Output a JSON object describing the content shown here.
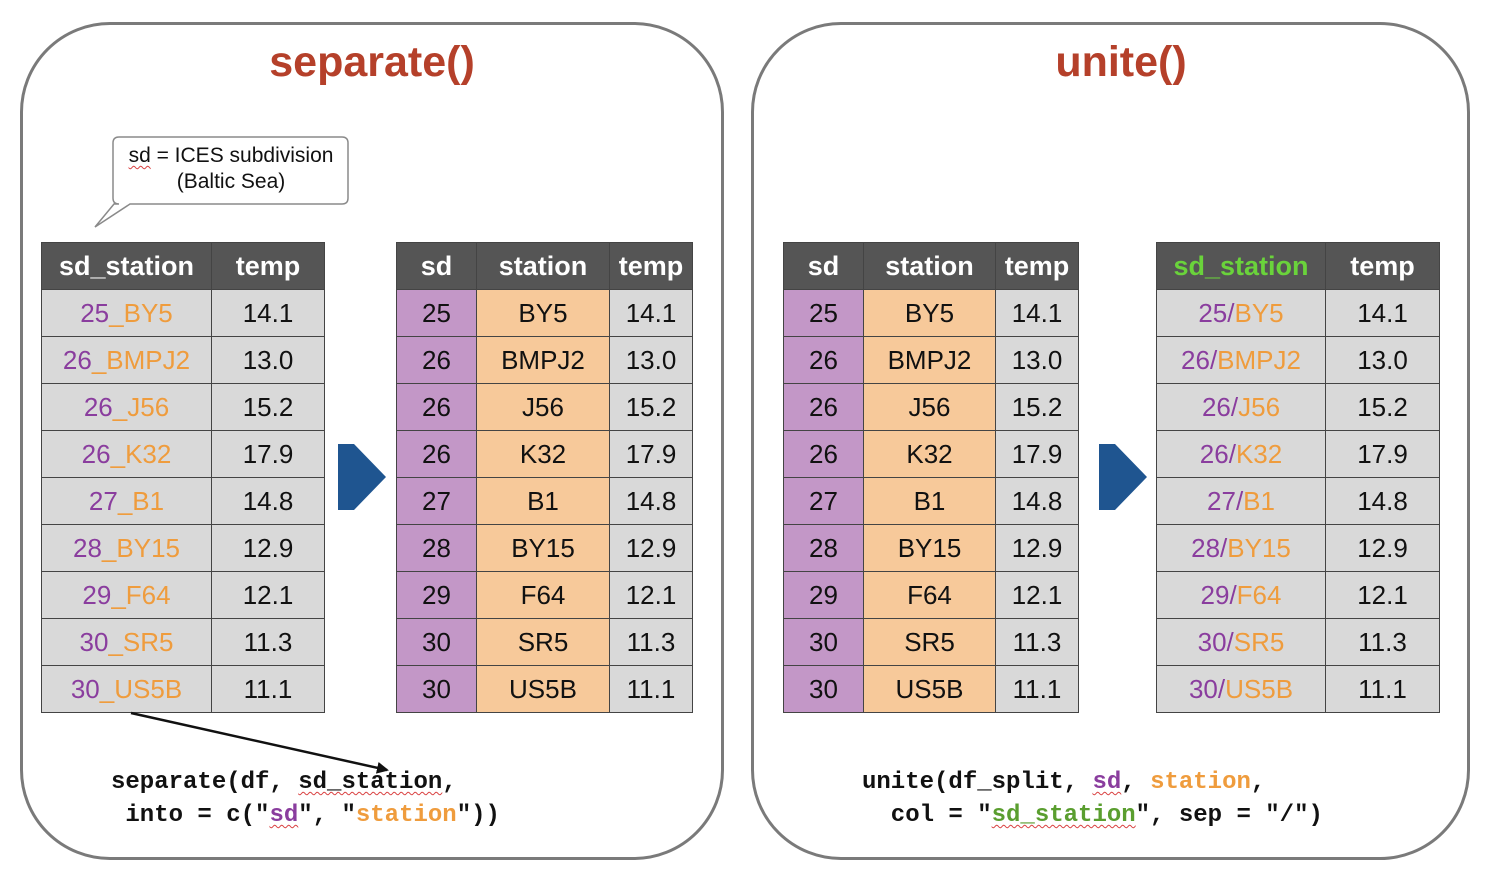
{
  "left": {
    "title": "separate()",
    "callout": {
      "sd_word": "sd",
      "rest": " = ICES subdivision",
      "line2": "(Baltic Sea)"
    },
    "input_table": {
      "headers": [
        "sd_station",
        "temp"
      ],
      "rows": [
        {
          "sd": "25",
          "sep": "_",
          "station": "BY5",
          "temp": "14.1"
        },
        {
          "sd": "26",
          "sep": "_",
          "station": "BMPJ2",
          "temp": "13.0"
        },
        {
          "sd": "26",
          "sep": "_",
          "station": "J56",
          "temp": "15.2"
        },
        {
          "sd": "26",
          "sep": "_",
          "station": "K32",
          "temp": "17.9"
        },
        {
          "sd": "27",
          "sep": "_",
          "station": "B1",
          "temp": "14.8"
        },
        {
          "sd": "28",
          "sep": "_",
          "station": "BY15",
          "temp": "12.9"
        },
        {
          "sd": "29",
          "sep": "_",
          "station": "F64",
          "temp": "12.1"
        },
        {
          "sd": "30",
          "sep": "_",
          "station": "SR5",
          "temp": "11.3"
        },
        {
          "sd": "30",
          "sep": "_",
          "station": "US5B",
          "temp": "11.1"
        }
      ]
    },
    "output_table": {
      "headers": [
        "sd",
        "station",
        "temp"
      ],
      "rows": [
        [
          "25",
          "BY5",
          "14.1"
        ],
        [
          "26",
          "BMPJ2",
          "13.0"
        ],
        [
          "26",
          "J56",
          "15.2"
        ],
        [
          "26",
          "K32",
          "17.9"
        ],
        [
          "27",
          "B1",
          "14.8"
        ],
        [
          "28",
          "BY15",
          "12.9"
        ],
        [
          "29",
          "F64",
          "12.1"
        ],
        [
          "30",
          "SR5",
          "11.3"
        ],
        [
          "30",
          "US5B",
          "11.1"
        ]
      ]
    },
    "code": {
      "l1_a": "separate(df, ",
      "l1_b": "sd_station",
      "l1_c": ",",
      "l2_a": " into = c(\"",
      "l2_b": "sd",
      "l2_c": "\", \"",
      "l2_d": "station",
      "l2_e": "\"))"
    }
  },
  "right": {
    "title": "unite()",
    "input_table": {
      "headers": [
        "sd",
        "station",
        "temp"
      ],
      "rows": [
        [
          "25",
          "BY5",
          "14.1"
        ],
        [
          "26",
          "BMPJ2",
          "13.0"
        ],
        [
          "26",
          "J56",
          "15.2"
        ],
        [
          "26",
          "K32",
          "17.9"
        ],
        [
          "27",
          "B1",
          "14.8"
        ],
        [
          "28",
          "BY15",
          "12.9"
        ],
        [
          "29",
          "F64",
          "12.1"
        ],
        [
          "30",
          "SR5",
          "11.3"
        ],
        [
          "30",
          "US5B",
          "11.1"
        ]
      ]
    },
    "output_table": {
      "headers": [
        "sd_station",
        "temp"
      ],
      "rows": [
        {
          "sd": "25",
          "sep": "/",
          "station": "BY5",
          "temp": "14.1"
        },
        {
          "sd": "26",
          "sep": "/",
          "station": "BMPJ2",
          "temp": "13.0"
        },
        {
          "sd": "26",
          "sep": "/",
          "station": "J56",
          "temp": "15.2"
        },
        {
          "sd": "26",
          "sep": "/",
          "station": "K32",
          "temp": "17.9"
        },
        {
          "sd": "27",
          "sep": "/",
          "station": "B1",
          "temp": "14.8"
        },
        {
          "sd": "28",
          "sep": "/",
          "station": "BY15",
          "temp": "12.9"
        },
        {
          "sd": "29",
          "sep": "/",
          "station": "F64",
          "temp": "12.1"
        },
        {
          "sd": "30",
          "sep": "/",
          "station": "SR5",
          "temp": "11.3"
        },
        {
          "sd": "30",
          "sep": "/",
          "station": "US5B",
          "temp": "11.1"
        }
      ]
    },
    "code": {
      "l1_a": "unite(df_split, ",
      "l1_b": "sd",
      "l1_c": ", ",
      "l1_d": "station",
      "l1_e": ",",
      "l2_a": "  col = \"",
      "l2_b": "sd_station",
      "l2_c": "\", sep = \"/\")"
    }
  },
  "colors": {
    "title": "#b5402a",
    "header_bg": "#555555",
    "cell_bg": "#d9d9d9",
    "sd_fill": "#c397c7",
    "station_fill": "#f7c99a",
    "sd_text": "#8a3d9e",
    "station_text": "#ef9c3d",
    "new_col_header": "#6ad33b",
    "arrow": "#1f5590"
  }
}
